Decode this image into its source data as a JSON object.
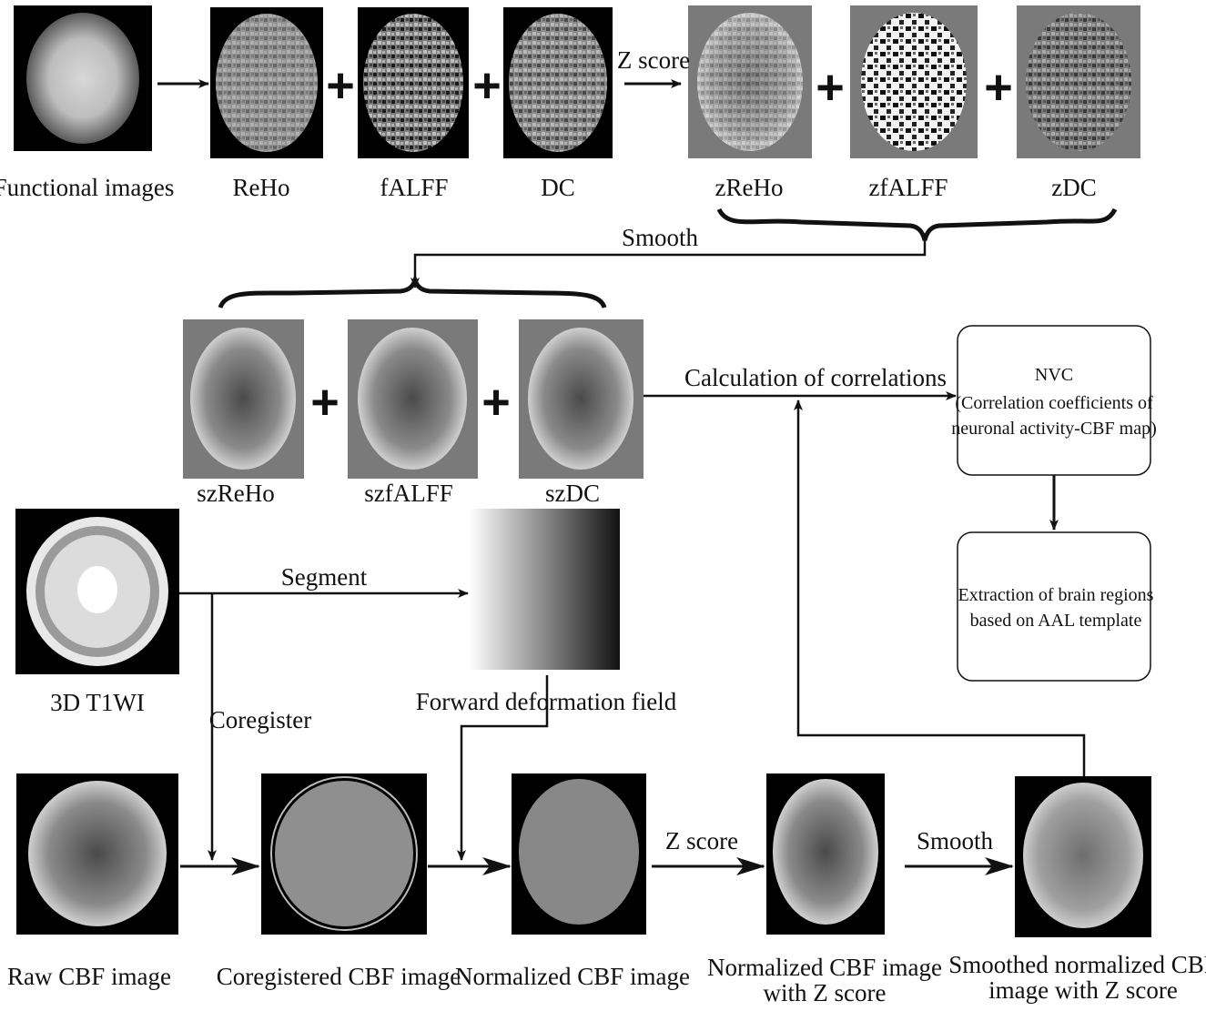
{
  "top_row": {
    "functional": "Functional images",
    "reho": "ReHo",
    "falff": "fALFF",
    "dc": "DC",
    "zscore": "Z score",
    "zreho": "zReHo",
    "zfalff": "zfALFF",
    "zdc": "zDC",
    "plus": "+"
  },
  "smooth_label": "Smooth",
  "middle_row": {
    "szreho": "szReHo",
    "szfalff": "szfALFF",
    "szdc": "szDC",
    "correlations": "Calculation of correlations"
  },
  "nvc_box": {
    "line1": "NVC",
    "line2": "(Correlation coefficients of",
    "line3": "neuronal activity-CBF map)"
  },
  "aal_box": {
    "line1": "Extraction of brain regions",
    "line2": "based on AAL template"
  },
  "t1": {
    "label": "3D T1WI",
    "segment": "Segment",
    "coregister": "Coregister",
    "deformation": "Forward deformation field"
  },
  "bottom_row": {
    "raw": "Raw CBF image",
    "coregistered": "Coregistered CBF image",
    "normalized": "Normalized CBF image",
    "zscore": "Z score",
    "normz_1": "Normalized CBF image",
    "normz_2": "with Z score",
    "smooth": "Smooth",
    "smoothed_1": "Smoothed normalized CBF",
    "smoothed_2": "image with Z score"
  }
}
